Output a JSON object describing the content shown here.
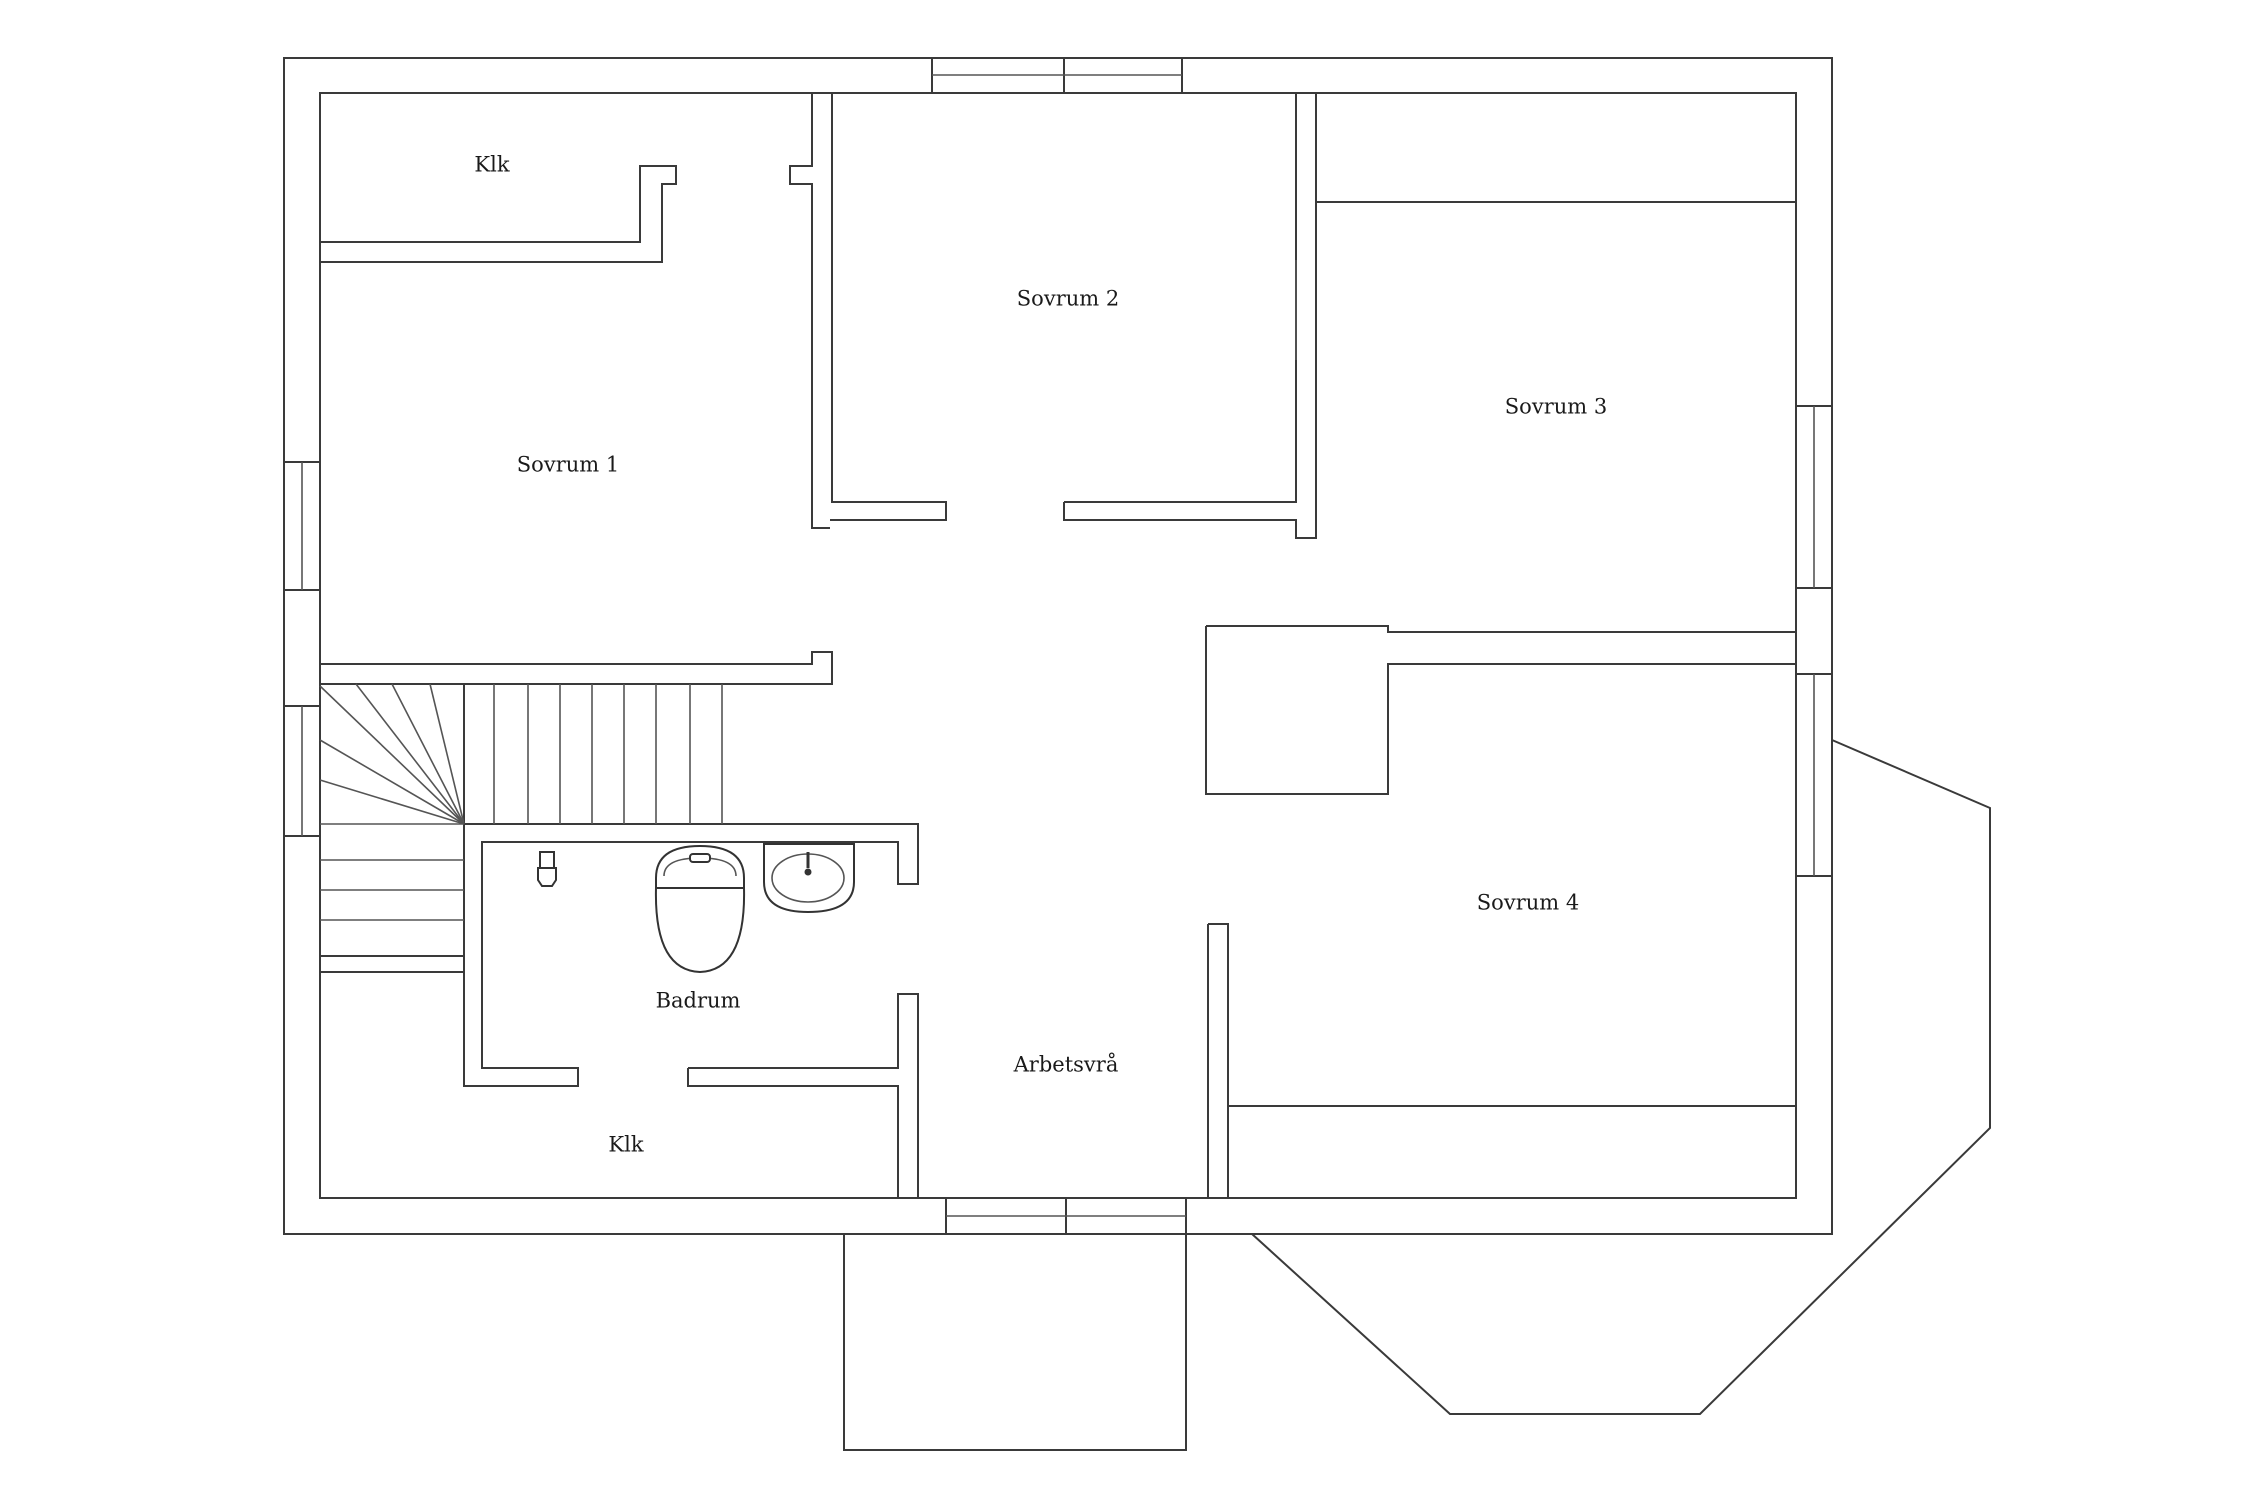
{
  "rooms": {
    "klk_top": "Klk",
    "sovrum1": "Sovrum 1",
    "sovrum2": "Sovrum 2",
    "sovrum3": "Sovrum 3",
    "sovrum4": "Sovrum 4",
    "badrum": "Badrum",
    "arbetsvra": "Arbetsvrå",
    "klk_bottom": "Klk"
  }
}
